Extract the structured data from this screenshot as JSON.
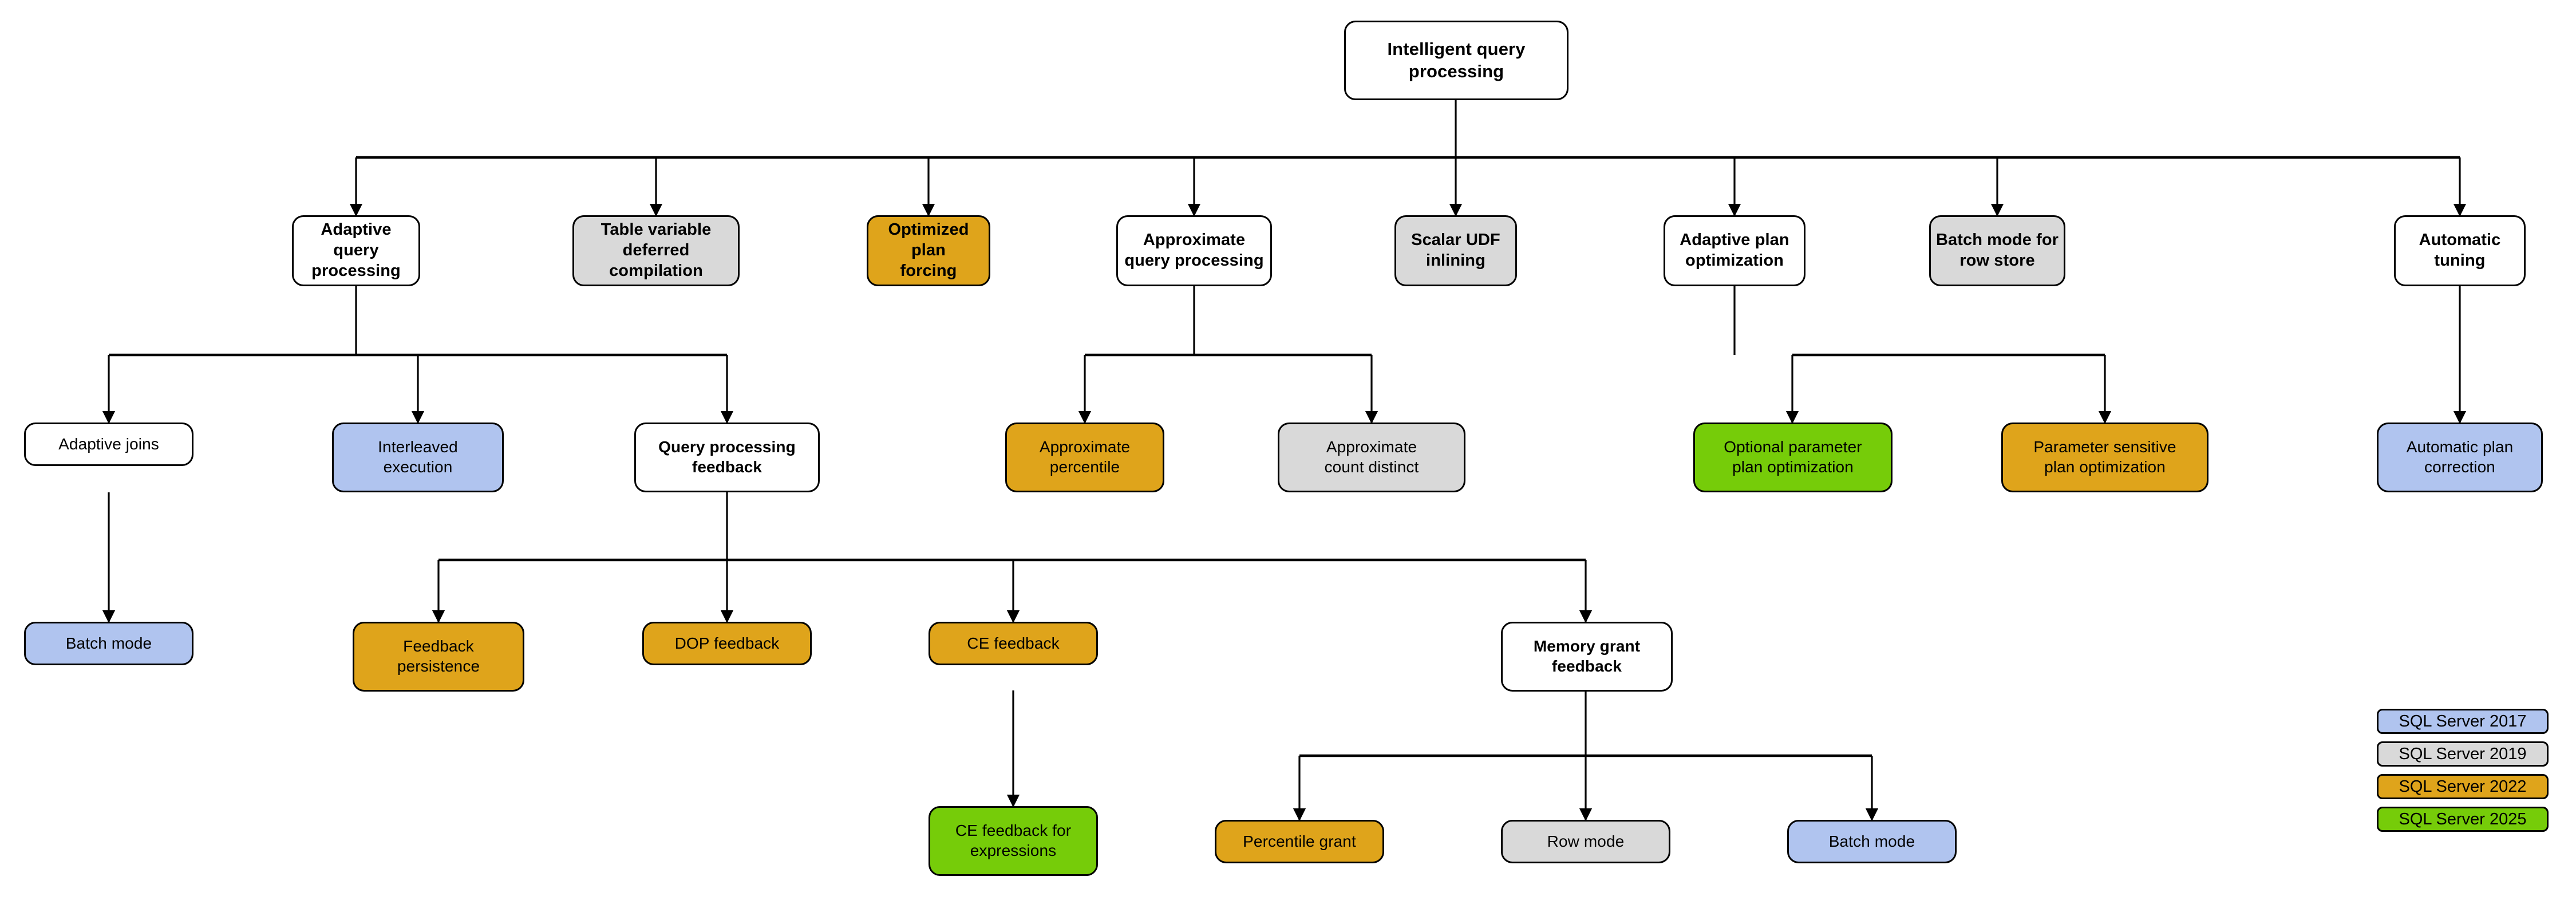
{
  "diagram": {
    "title": "Intelligent query processing",
    "palette": {
      "white": "#ffffff",
      "gray": "#d9d9d9",
      "orange": "#dfa41b",
      "green": "#76cc09",
      "blue": "#b0c4ef",
      "stroke": "#000000"
    },
    "nodes": {
      "root": "Intelligent query\nprocessing",
      "adaptive_query_processing": "Adaptive query\nprocessing",
      "table_variable_deferred_compilation": "Table variable\ndeferred compilation",
      "optimized_plan_forcing": "Optimized plan\nforcing",
      "approximate_query_processing": "Approximate\nquery processing",
      "scalar_udf_inlining": "Scalar UDF\ninlining",
      "adaptive_plan_optimization": "Adaptive plan\noptimization",
      "batch_mode_for_row_store": "Batch mode for\nrow store",
      "automatic_tuning": "Automatic\ntuning",
      "adaptive_joins": "Adaptive joins",
      "interleaved_execution": "Interleaved\nexecution",
      "query_processing_feedback": "Query processing\nfeedback",
      "approximate_percentile": "Approximate\npercentile",
      "approximate_count_distinct": "Approximate\ncount distinct",
      "optional_parameter_plan_optimization": "Optional parameter\nplan optimization",
      "parameter_sensitive_plan_optimization": "Parameter sensitive\nplan optimization",
      "automatic_plan_correction": "Automatic plan\ncorrection",
      "batch_mode_adaptive_joins": "Batch mode",
      "feedback_persistence": "Feedback\npersistence",
      "dop_feedback": "DOP feedback",
      "ce_feedback": "CE feedback",
      "memory_grant_feedback": "Memory grant\nfeedback",
      "ce_feedback_for_expressions": "CE feedback for\nexpressions",
      "percentile_grant": "Percentile grant",
      "row_mode": "Row mode",
      "batch_mode_memory_grant": "Batch mode"
    },
    "legend": {
      "items": [
        {
          "label": "SQL Server 2017",
          "color": "#b0c4ef"
        },
        {
          "label": "SQL Server 2019",
          "color": "#d9d9d9"
        },
        {
          "label": "SQL Server 2022",
          "color": "#dfa41b"
        },
        {
          "label": "SQL Server 2025",
          "color": "#76cc09"
        }
      ]
    }
  }
}
